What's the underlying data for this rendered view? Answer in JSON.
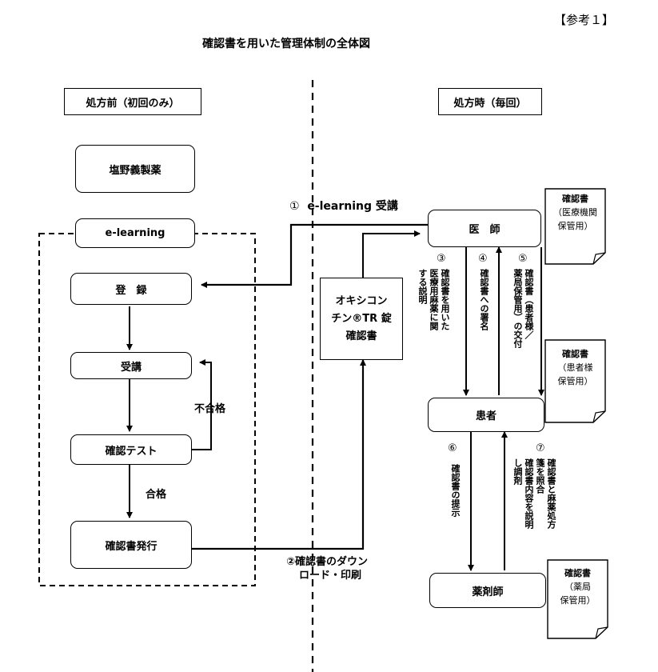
{
  "ref_label": "【参考１】",
  "title": "確認書を用いた管理体制の全体図",
  "left_header": "処方前（初回のみ）",
  "right_header": "処方時（毎回）",
  "shionogi": "塩野義製薬",
  "elearning": "e-learning",
  "register": "登　録",
  "attend": "受講",
  "test": "確認テスト",
  "issue": "確認書発行",
  "fail": "不合格",
  "pass": "合格",
  "confirm_form": {
    "line1": "オキシコン",
    "line2": "チン®TR 錠",
    "line3": "確認書"
  },
  "doctor": "医　師",
  "patient": "患者",
  "pharmacist": "薬剤師",
  "doc_medical": {
    "l1": "確認書",
    "l2": "（医療機関",
    "l3": "保管用）"
  },
  "doc_patient": {
    "l1": "確認書",
    "l2": "（患者様",
    "l3": "保管用）"
  },
  "doc_pharmacy": {
    "l1": "確認書",
    "l2": "（薬局",
    "l3": "保管用）"
  },
  "step1": {
    "num": "①",
    "text": "e-learning 受講"
  },
  "step2": {
    "line1": "②確認書のダウン",
    "line2": "ロード・印刷"
  },
  "step3": {
    "num": "③",
    "col1": "確認書を用いた",
    "col2": "医療用麻薬に関",
    "col3": "する説明"
  },
  "step4": {
    "num": "④",
    "col1": "確認書への署名"
  },
  "step5": {
    "num": "⑤",
    "col1": "確認書（患者様／",
    "col2": "薬局保管用）の交付"
  },
  "step6": {
    "num": "⑥",
    "col1": "確認書の提示"
  },
  "step7": {
    "num": "⑦",
    "col1": "確認書と麻薬処方",
    "col2": "箋を照合",
    "col3": "確認書内容を説明",
    "col4": "し調剤"
  }
}
